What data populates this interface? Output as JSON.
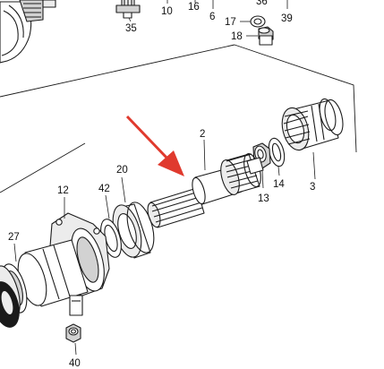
{
  "labels": {
    "p10": "10",
    "p16": "16",
    "p6": "6",
    "p17": "17",
    "p36": "36",
    "p39": "39",
    "p18": "18",
    "p35": "35",
    "p2": "2",
    "p20": "20",
    "p42": "42",
    "p12": "12",
    "p14": "14",
    "p3": "3",
    "p13": "13",
    "p27": "27",
    "p40": "40"
  },
  "colors": {
    "linework": "#1c1c1c",
    "pointer_arrow": "#e03a2e",
    "background": "#ffffff"
  },
  "icons": {
    "pointer": "red-arrow-icon"
  }
}
